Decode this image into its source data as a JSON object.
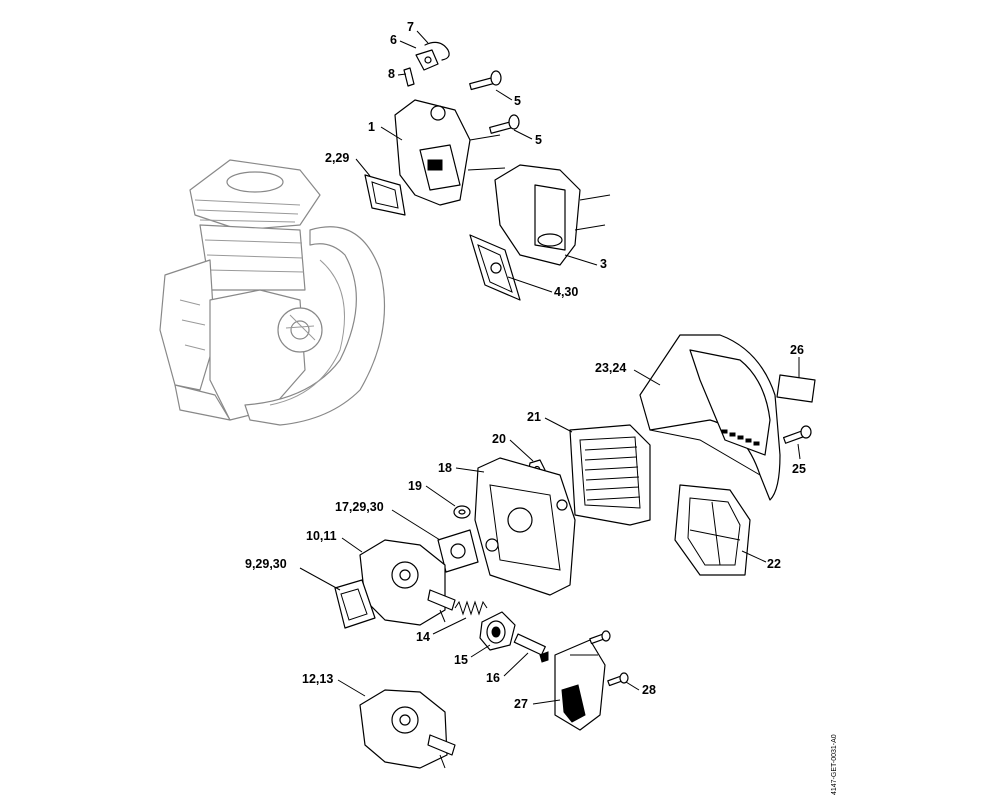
{
  "diagram": {
    "labels": [
      {
        "id": "l7",
        "text": "7"
      },
      {
        "id": "l6",
        "text": "6"
      },
      {
        "id": "l8",
        "text": "8"
      },
      {
        "id": "l5a",
        "text": "5"
      },
      {
        "id": "l1",
        "text": "1"
      },
      {
        "id": "l5b",
        "text": "5"
      },
      {
        "id": "l229",
        "text": "2,29"
      },
      {
        "id": "l3",
        "text": "3"
      },
      {
        "id": "l430",
        "text": "4,30"
      },
      {
        "id": "l26",
        "text": "26"
      },
      {
        "id": "l2324",
        "text": "23,24"
      },
      {
        "id": "l21",
        "text": "21"
      },
      {
        "id": "l20",
        "text": "20"
      },
      {
        "id": "l25",
        "text": "25"
      },
      {
        "id": "l18",
        "text": "18"
      },
      {
        "id": "l19",
        "text": "19"
      },
      {
        "id": "l172930",
        "text": "17,29,30"
      },
      {
        "id": "l1011",
        "text": "10,11"
      },
      {
        "id": "l22",
        "text": "22"
      },
      {
        "id": "l92930",
        "text": "9,29,30"
      },
      {
        "id": "l14",
        "text": "14"
      },
      {
        "id": "l15",
        "text": "15"
      },
      {
        "id": "l16",
        "text": "16"
      },
      {
        "id": "l1213",
        "text": "12,13"
      },
      {
        "id": "l28",
        "text": "28"
      },
      {
        "id": "l27",
        "text": "27"
      }
    ],
    "doc_code": "4147-GET-0031-A0"
  }
}
